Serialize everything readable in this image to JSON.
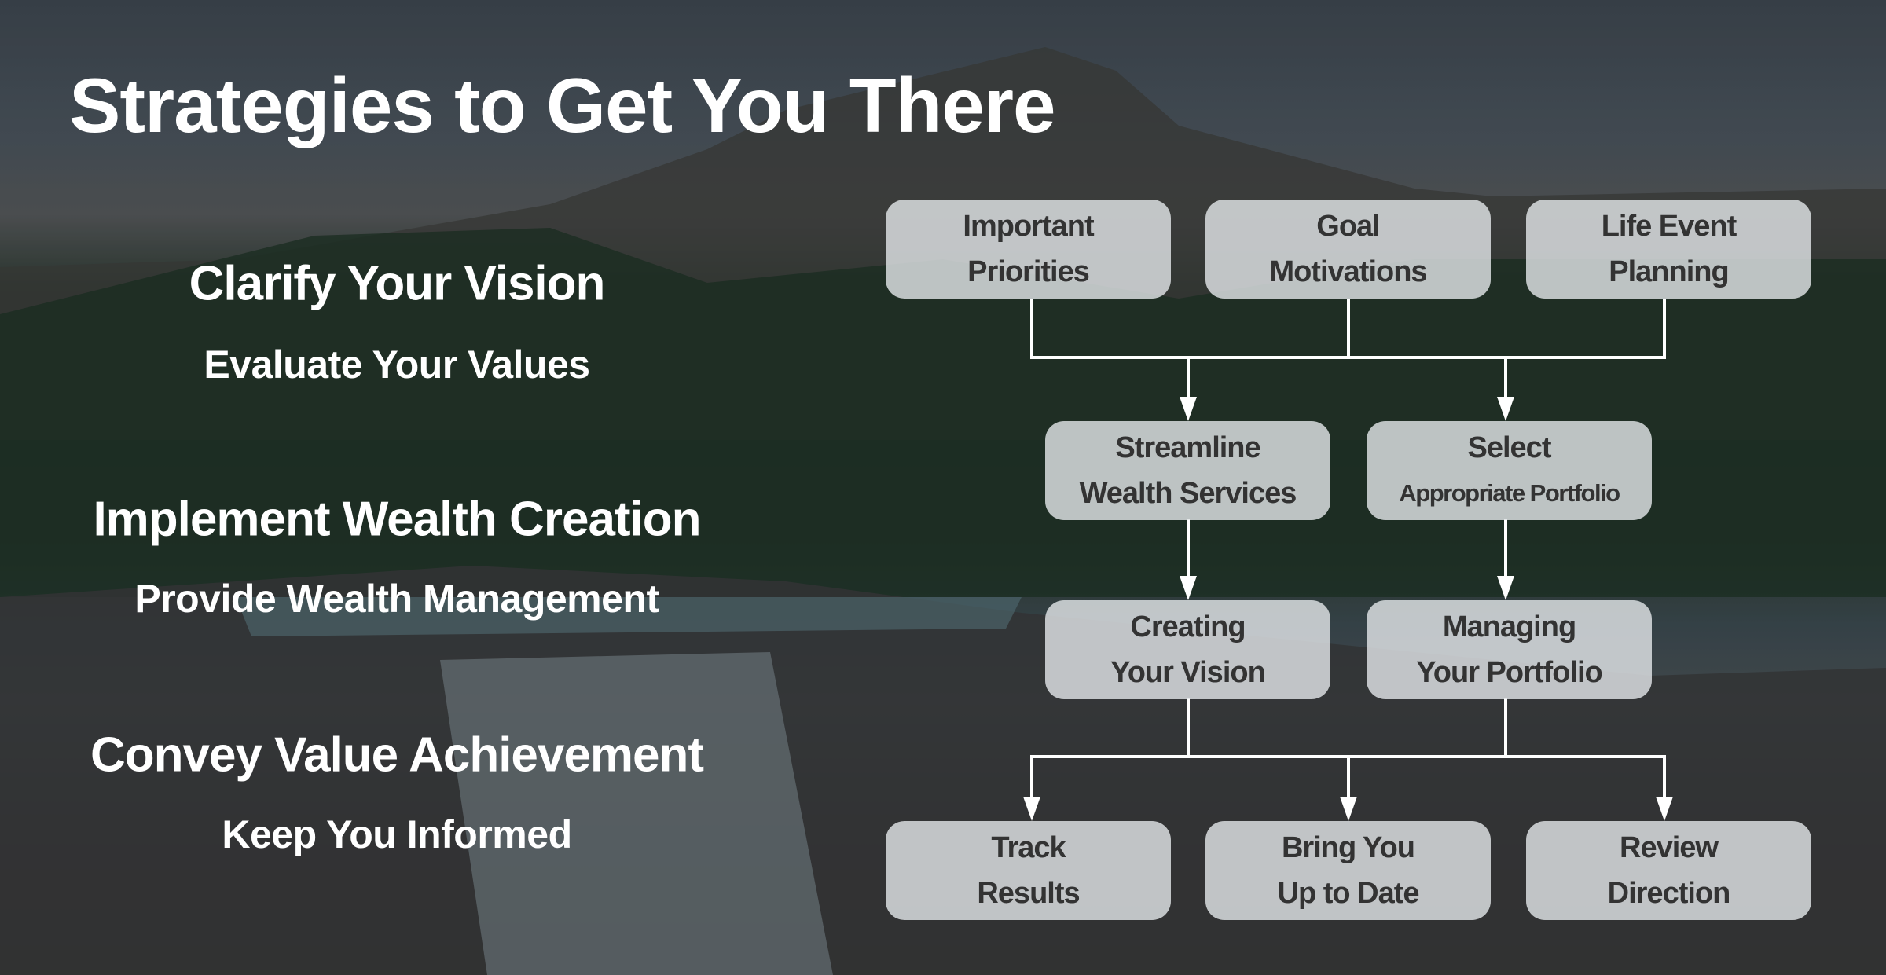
{
  "title": "Strategies to Get You There",
  "left": [
    {
      "heading": "Clarify Your Vision",
      "sub": "Evaluate Your Values"
    },
    {
      "heading": "Implement Wealth Creation",
      "sub": "Provide Wealth Management"
    },
    {
      "heading": "Convey Value Achievement",
      "sub": "Keep You Informed"
    }
  ],
  "flow": {
    "row1": [
      {
        "l1": "Important",
        "l2": "Priorities"
      },
      {
        "l1": "Goal",
        "l2": "Motivations"
      },
      {
        "l1": "Life Event",
        "l2": "Planning"
      }
    ],
    "row2": [
      {
        "l1": "Streamline",
        "l2": "Wealth Services"
      },
      {
        "l1": "Select",
        "l2": "Appropriate Portfolio"
      }
    ],
    "row3": [
      {
        "l1": "Creating",
        "l2": "Your Vision"
      },
      {
        "l1": "Managing",
        "l2": "Your Portfolio"
      }
    ],
    "row4": [
      {
        "l1": "Track",
        "l2": "Results"
      },
      {
        "l1": "Bring You",
        "l2": "Up to Date"
      },
      {
        "l1": "Review",
        "l2": "Direction"
      }
    ]
  },
  "colors": {
    "box": "#e1e4e6",
    "box_text": "#333333",
    "title": "#ffffff",
    "lines": "#ffffff"
  }
}
